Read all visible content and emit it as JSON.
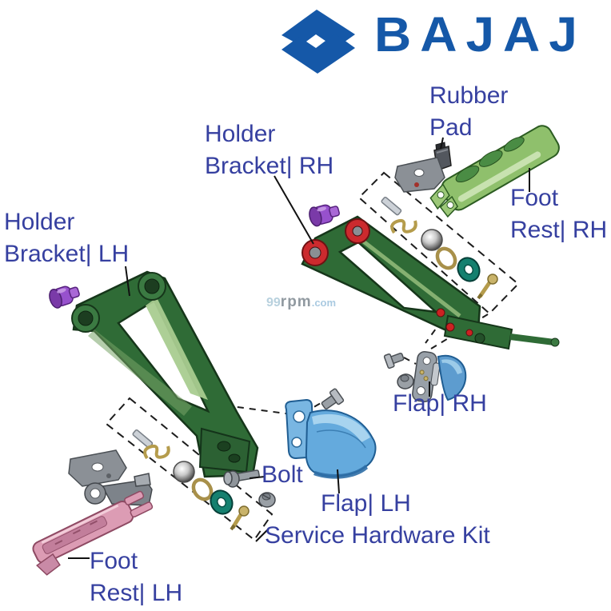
{
  "brand": {
    "wordmark": "BAJAJ",
    "icon": "bajaj-flying-b-icon",
    "color": "#1558a8"
  },
  "watermark": {
    "part1": "99",
    "part2": "rpm",
    "part3": ".com"
  },
  "labels": {
    "rubber_pad": {
      "line1": "Rubber",
      "line2": "Pad"
    },
    "holder_bracket_rh": {
      "line1": "Holder",
      "line2": "Bracket| RH"
    },
    "foot_rest_rh": {
      "line1": "Foot",
      "line2": "Rest| RH"
    },
    "holder_bracket_lh": {
      "line1": "Holder",
      "line2": "Bracket| LH"
    },
    "flap_rh": {
      "text": "Flap| RH"
    },
    "bolt": {
      "text": "Bolt"
    },
    "flap_lh": {
      "text": "Flap| LH"
    },
    "service_hardware_kit": {
      "text": "Service Hardware Kit"
    },
    "foot_rest_lh": {
      "line1": "Foot",
      "line2": "Rest| LH"
    }
  },
  "parts": [
    "rubber-pad",
    "mount-plate-rh",
    "mount-plate-lh",
    "hook-bracket-lh",
    "holder-bracket-rh",
    "holder-bracket-lh",
    "foot-rest-rh",
    "foot-rest-lh",
    "flap-rh",
    "flap-lh",
    "bolt",
    "nut",
    "purple-bolt-rh",
    "purple-bolt-lh",
    "service-hardware-kit-rh",
    "service-hardware-kit-lh",
    "kit-pin",
    "kit-clip",
    "kit-ball",
    "kit-ring",
    "kit-washer",
    "kit-bolt"
  ],
  "colors": {
    "label": "#3640a0",
    "brand": "#1558a8",
    "bracket_green": "#2f6b36",
    "footrest_green": "#8fc06c",
    "footrest_pink": "#dc9cb4",
    "flap_blue": "#64aadd",
    "bolt_purple": "#9751cd",
    "washer_teal": "#15806f",
    "hardware_gold": "#c9b36a",
    "part_gray": "#9aa0a6",
    "bushing_red": "#cc2a2e"
  }
}
